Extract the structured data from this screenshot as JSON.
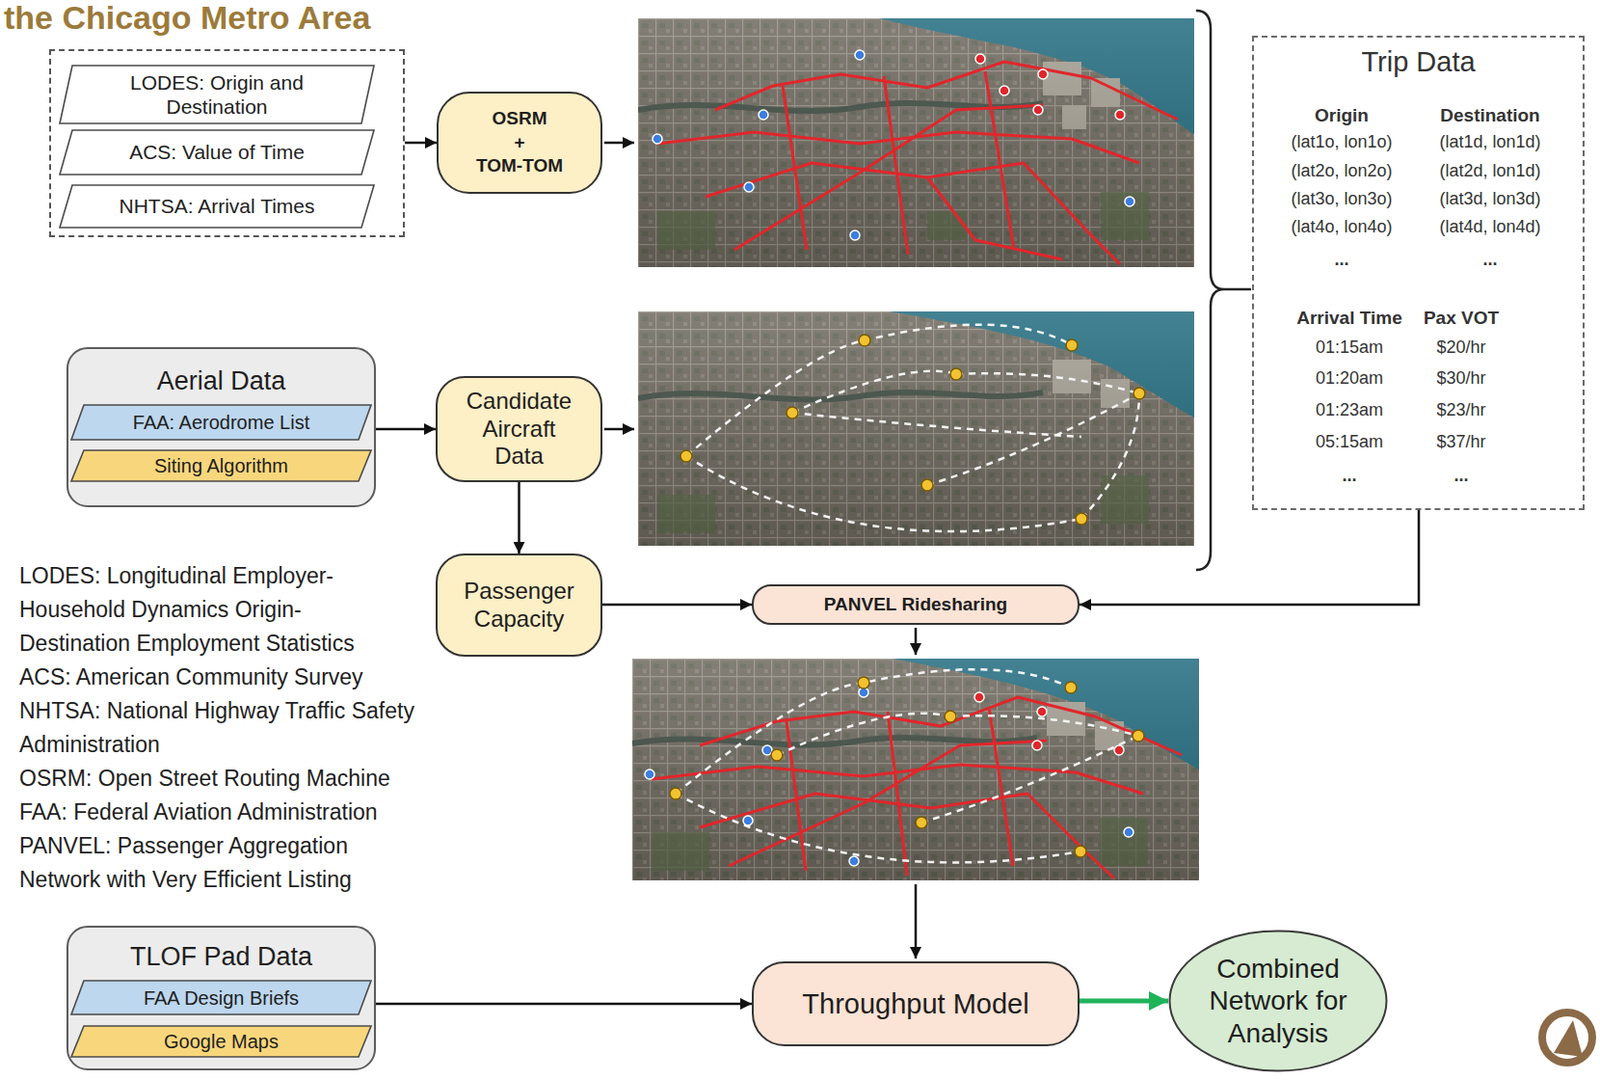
{
  "diagram": {
    "title": "the Chicago Metro Area",
    "nodes": [
      {
        "text": []
      },
      {
        "text": [
          "LODES: Origin and Destination"
        ],
        "in": 0
      },
      {
        "text": [
          "ACS: Value of Time"
        ],
        "in": 0
      },
      {
        "text": [
          "NHTSA: Arrival Times"
        ],
        "in": 0
      },
      {
        "text": [
          "OSRM + TOM-TOM"
        ]
      },
      {
        "text": [
          "Aerial Data"
        ]
      },
      {
        "text": [
          "FAA: Aerodrome List"
        ],
        "in": 5
      },
      {
        "text": [
          "Siting Algorithm"
        ],
        "in": 5
      },
      {
        "text": [
          "Candidate Aircraft Data"
        ]
      },
      {
        "text": [
          "Passenger Capacity"
        ]
      },
      {
        "text": [
          "Trip Data"
        ]
      },
      {
        "text": [
          "PANVEL Ridesharing"
        ]
      },
      {
        "text": [
          "TLOF Pad Data"
        ]
      },
      {
        "text": [
          "FAA Design Briefs"
        ],
        "in": 12
      },
      {
        "text": [
          "Google Maps"
        ],
        "in": 12
      },
      {
        "text": [
          "Throughput Model"
        ]
      },
      {
        "text": [
          "Combined Network for Analysis"
        ]
      }
    ],
    "edges": [
      {
        "from": 0,
        "to": 4,
        "arrow": "to"
      },
      {
        "from": 5,
        "to": 8,
        "arrow": "to"
      },
      {
        "from": 8,
        "to": 9,
        "arrow": "to"
      },
      {
        "from": 9,
        "to": 11,
        "arrow": "to"
      },
      {
        "from": 10,
        "to": 11,
        "arrow": "to"
      },
      {
        "from": 12,
        "to": 15,
        "arrow": "to"
      },
      {
        "from": 15,
        "to": 16,
        "arrow": "to"
      }
    ],
    "labels": [
      "LODES: Longitudinal Employer- Household Dynamics Origin- Destination Employment Statistics",
      "ACS: American Community Survey",
      "NHTSA: National Highway Traffic Safety Administration",
      "OSRM: Open Street Routing Machine",
      "FAA: Federal Aviation Administration",
      "PANVEL: Passenger Aggregation Network with Very Efficient Listing",
      "Origin",
      "Destination",
      "(lat1o, lon1o)",
      "(lat1d, lon1d)",
      "(lat2o, lon2o)",
      "(lat2d, lon1d)",
      "(lat3o, lon3o)",
      "(lat3d, lon3d)",
      "(lat4o, lon4o)",
      "(lat4d, lon4d)",
      "...",
      "...",
      "Arrival Time",
      "Pax VOT",
      "01:15am",
      "$20/hr",
      "01:20am",
      "$30/hr",
      "01:23am",
      "$23/hr",
      "05:15am",
      "$37/hr",
      "...",
      "..."
    ]
  }
}
